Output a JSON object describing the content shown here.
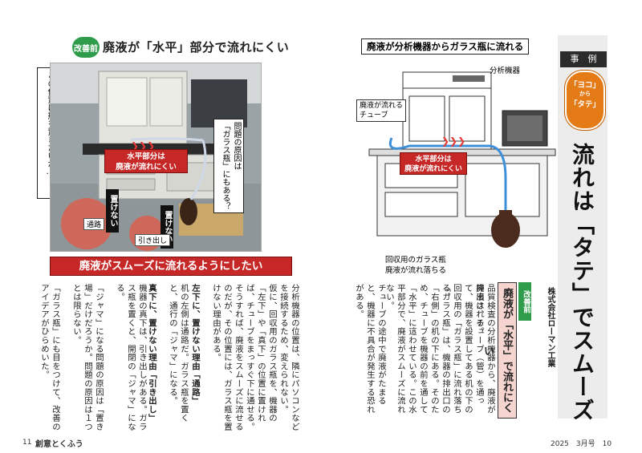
{
  "left_page": {
    "header_tag": "改善前",
    "header_title": "廃液が「水平」部分で流れにくい",
    "callout_left": "廃液を、下にまっすぐ流すには\nこの位置に瓶を置きたいが…",
    "callout_right": "問題の原因は\n「ガラス瓶」にもある？",
    "photo_label_horizontal": "水平部分は\n廃液が流れにくい",
    "photo_label_cannot_place_1": "置けない",
    "photo_label_cannot_place_2": "置けない",
    "photo_label_passage": "通路",
    "photo_label_drawer": "引き出し",
    "banner": "廃液がスムーズに流れるようにしたい",
    "body_columns": [
      "分析機器の位置は、隣にパソコンなどを接続するため、変えられない。",
      "仮に、回収用のガラス瓶を、機器の「左下」や「真下」の位置に置ければ、チューブをまっすぐ下に通せる。",
      "そうすれば、廃液をスムーズに流せるのだが、その位置には、ガラス瓶を置けない理由がある。",
      "左下に、置けない理由「通路」",
      "机の左側は通路だ。ガラス瓶を置くと、通行の「ジャマ」になる。",
      "真下に、置けない理由「引き出し」",
      "機器の真下は、引き出しがある。ガラス瓶を置くと、開閉の「ジャマ」になる。",
      "「ジャマ」になる問題の原因は「置き場」だけだろうか。問題の原因は１つとは限らない。",
      "「ガラス瓶」にも目をつけて、改善のアイデアがひらめいた。"
    ],
    "page_number": "11",
    "magazine": "創意とくふう"
  },
  "right_page": {
    "diagram_title": "廃液が分析機器からガラス瓶に流れる",
    "label_instrument": "分析機器",
    "label_tube": "廃液が流れる\nチューブ",
    "label_horizontal": "水平部分は\n廃液が流れにくい",
    "label_bottle": "回収用のガラス瓶\n廃液が流れ落ちる",
    "jirei": "事　例",
    "yoko": "「ヨコ」",
    "kara": "から",
    "tate": "「タテ」",
    "main_title": "流れは「タテ」でスムーズ",
    "company": "株式会社ローマン工業",
    "section_tag": "改善前",
    "section_title": "廃液が「水平」で流れにくい",
    "body_columns": [
      "品質検査の分析機器から、廃液が排出される。",
      "廃液は、チューブ（管）を通って、機器を設置してある机の下の回収用の「ガラス瓶」に流れ落ちる。",
      "「ガラス瓶」は、機器の排出口の「右側」の机の下にある。そのため、チューブを機器の前を通して「水平」に這わせている。この水平部分で、廃液がスムーズに流れない。",
      "チューブの途中で廃液がたまると、機器に不具合が発生する恐れがある。"
    ],
    "footer": "2025　3月号　10"
  }
}
